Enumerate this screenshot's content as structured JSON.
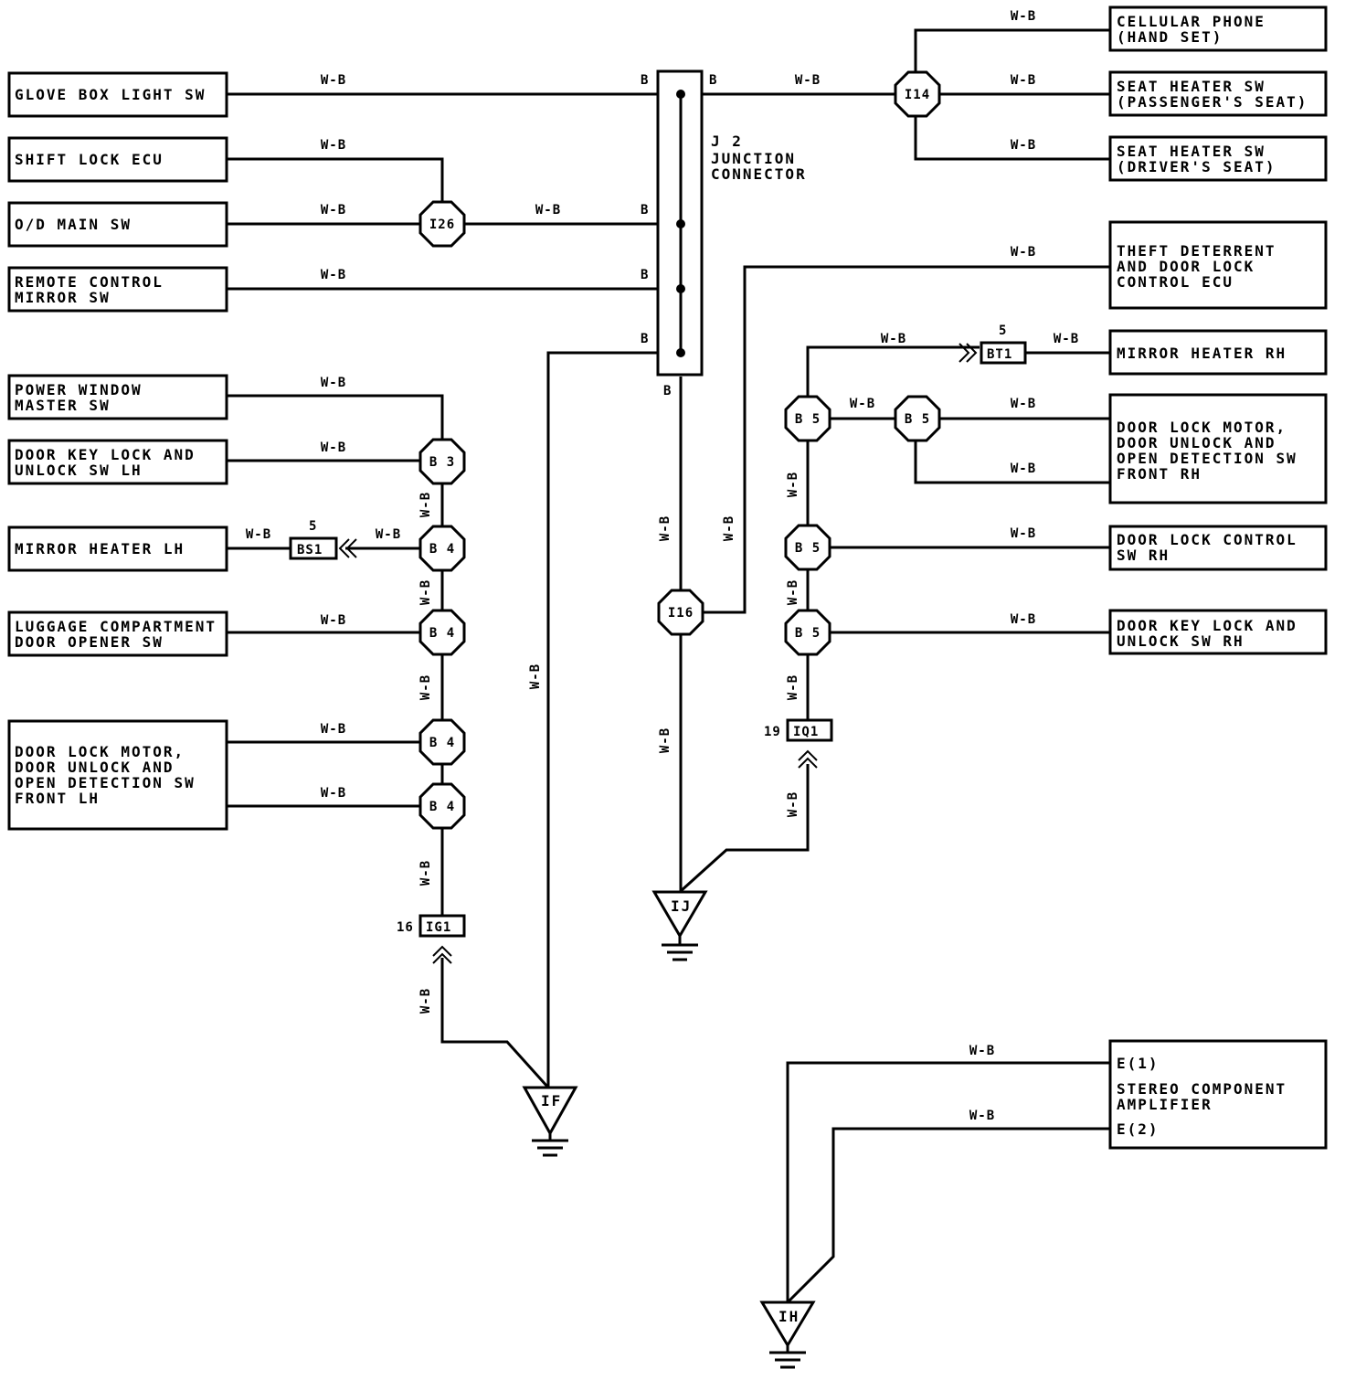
{
  "components": {
    "glove_box_light_sw": "GLOVE BOX LIGHT SW",
    "shift_lock_ecu": "SHIFT LOCK ECU",
    "od_main_sw": "O/D MAIN SW",
    "remote_control_mirror_sw": [
      "REMOTE CONTROL",
      "MIRROR SW"
    ],
    "power_window_master_sw": [
      "POWER WINDOW",
      "MASTER SW"
    ],
    "door_key_lock_unlock_lh": [
      "DOOR KEY LOCK AND",
      "UNLOCK SW LH"
    ],
    "mirror_heater_lh": "MIRROR HEATER LH",
    "luggage_opener_sw": [
      "LUGGAGE COMPARTMENT",
      "DOOR OPENER SW"
    ],
    "door_lock_motor_lh": [
      "DOOR LOCK MOTOR,",
      "DOOR UNLOCK AND",
      "OPEN DETECTION SW",
      "FRONT LH"
    ],
    "cellular_phone": [
      "CELLULAR PHONE",
      "(HAND SET)"
    ],
    "seat_heater_passenger": [
      "SEAT HEATER SW",
      "(PASSENGER'S SEAT)"
    ],
    "seat_heater_driver": [
      "SEAT HEATER SW",
      "(DRIVER'S SEAT)"
    ],
    "theft_deterrent_ecu": [
      "THEFT DETERRENT",
      "AND DOOR LOCK",
      "CONTROL ECU"
    ],
    "mirror_heater_rh": "MIRROR HEATER RH",
    "door_lock_motor_rh": [
      "DOOR LOCK MOTOR,",
      "DOOR UNLOCK AND",
      "OPEN DETECTION SW",
      "FRONT RH"
    ],
    "door_lock_control_sw_rh": [
      "DOOR LOCK CONTROL",
      "SW RH"
    ],
    "door_key_lock_unlock_rh": [
      "DOOR KEY LOCK AND",
      "UNLOCK SW RH"
    ],
    "stereo_amplifier": [
      "E(1)",
      "STEREO COMPONENT",
      "AMPLIFIER",
      "E(2)"
    ]
  },
  "junction": {
    "name": [
      "J 2",
      "JUNCTION",
      "CONNECTOR"
    ],
    "pin": "B"
  },
  "nodes": {
    "i14": "I14",
    "i26": "I26",
    "i16": "I16",
    "b3": "B 3",
    "b4": "B 4",
    "b5": "B 5"
  },
  "connectors": {
    "bs1": "BS1",
    "bs1_pin": "5",
    "bt1": "BT1",
    "bt1_pin": "5",
    "ig1": "IG1",
    "ig1_pin": "16",
    "iq1": "IQ1",
    "iq1_pin": "19"
  },
  "grounds": {
    "if": "IF",
    "ij": "IJ",
    "ih": "IH"
  },
  "wire_color": "W-B"
}
